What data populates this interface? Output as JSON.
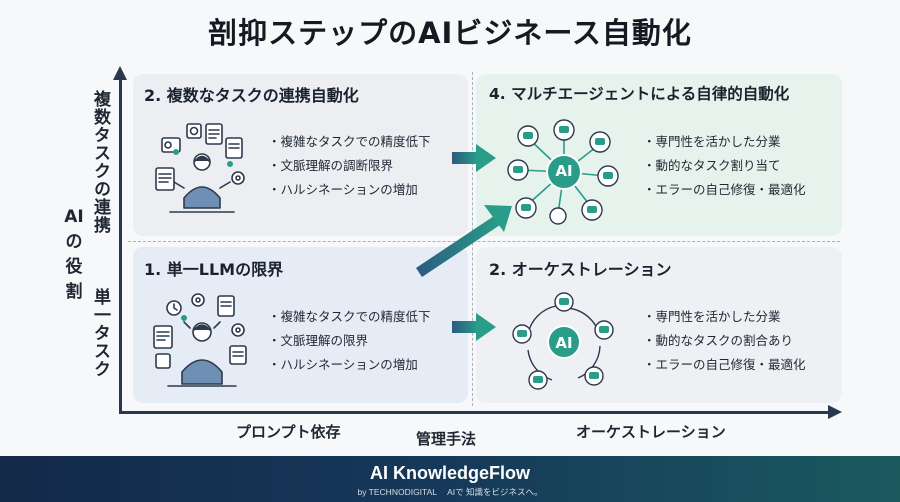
{
  "title": "剖抑ステップのAIビジネース自動化",
  "y_axis": {
    "top_label": "複数タスクの連携",
    "main_label": "AIの役割",
    "bottom_label": "単一タスク"
  },
  "x_axis": {
    "left_label": "プロンプト依存",
    "main_label": "管理手法",
    "right_label": "オーケストレーション"
  },
  "quadrants": {
    "top_left": {
      "title": "2. 複数なタスクの連携自動化",
      "bullets": [
        "複雑なタスクでの精度低下",
        "文脈理解の調断限界",
        "ハルシネーションの増加"
      ]
    },
    "top_right": {
      "title": "4. マルチエージェントによる自律的自動化",
      "bullets": [
        "専門性を活かした分業",
        "動的なタスク割り当て",
        "エラーの自己修復・最適化"
      ]
    },
    "bottom_left": {
      "title": "1. 単一LLMの限界",
      "bullets": [
        "複雑なタスクでの精度低下",
        "文脈理解の限界",
        "ハルシネーションの増加"
      ]
    },
    "bottom_right": {
      "title": "2. オーケストレーション",
      "bullets": [
        "専門性を活かした分業",
        "動的なタスクの割合あり",
        "エラーの自己修復・最適化"
      ]
    }
  },
  "hub_label": "AI",
  "footer": {
    "brand": "AI KnowledgeFlow",
    "tagline": "by TECHNODIGITAL　 AIで 知識をビジネスへ。"
  },
  "colors": {
    "accent_teal": "#2a9d8a",
    "axis": "#27384f",
    "footer_start": "#13294a",
    "footer_end": "#1a5a5f"
  }
}
